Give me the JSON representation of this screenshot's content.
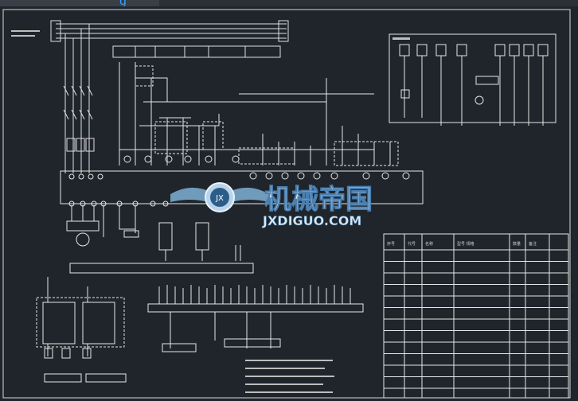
{
  "window": {
    "tab_fragment": "g"
  },
  "watermark": {
    "brand_cn": "机械帝国",
    "brand_en": "JXDIGUO.COM",
    "emblem": "JX"
  },
  "title_block": {
    "header_labels": [
      "序号",
      "代号",
      "名称",
      "型号 规格",
      "数量",
      "备注"
    ],
    "rows": [
      [
        "",
        "",
        "",
        "",
        "",
        ""
      ],
      [
        "",
        "",
        "",
        "",
        "",
        ""
      ],
      [
        "",
        "",
        "",
        "",
        "",
        ""
      ],
      [
        "",
        "",
        "",
        "",
        "",
        ""
      ],
      [
        "",
        "",
        "",
        "",
        "",
        ""
      ],
      [
        "",
        "",
        "",
        "",
        "",
        ""
      ],
      [
        "",
        "",
        "",
        "",
        "",
        ""
      ],
      [
        "",
        "",
        "",
        "",
        "",
        ""
      ],
      [
        "",
        "",
        "",
        "",
        "",
        ""
      ],
      [
        "",
        "",
        "",
        "",
        "",
        ""
      ],
      [
        "",
        "",
        "",
        "",
        "",
        ""
      ],
      [
        "",
        "",
        "",
        "",
        "",
        ""
      ]
    ]
  },
  "icons": {
    "emblem": "gear-wings-icon"
  }
}
